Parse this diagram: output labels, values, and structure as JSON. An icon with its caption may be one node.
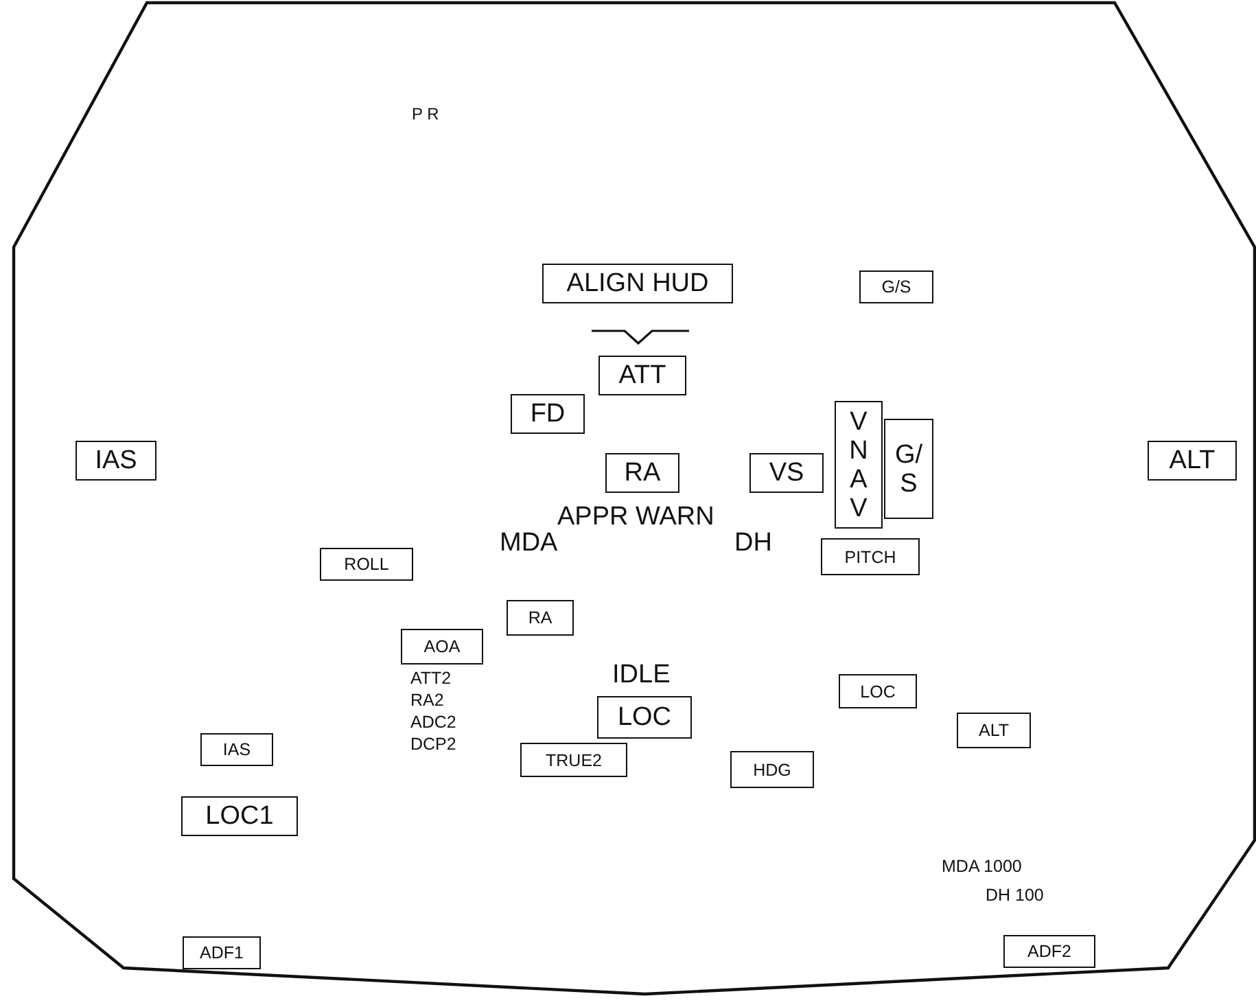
{
  "diagram": {
    "nodes": [
      {
        "text": [
          "ALIGN HUD"
        ]
      },
      {
        "text": [
          "G/S"
        ]
      },
      {
        "text": [
          "ATT"
        ]
      },
      {
        "text": [
          "FD"
        ]
      },
      {
        "text": [
          "IAS"
        ]
      },
      {
        "text": [
          "RA"
        ]
      },
      {
        "text": [
          "VS"
        ]
      },
      {
        "text": [
          "VNAV"
        ]
      },
      {
        "text": [
          "G/S"
        ]
      },
      {
        "text": [
          "ALT"
        ]
      },
      {
        "text": [
          "ROLL"
        ]
      },
      {
        "text": [
          "PITCH"
        ]
      },
      {
        "text": [
          "RA"
        ]
      },
      {
        "text": [
          "AOA"
        ]
      },
      {
        "text": [
          "LOC"
        ]
      },
      {
        "text": [
          "LOC"
        ]
      },
      {
        "text": [
          "IAS"
        ]
      },
      {
        "text": [
          "ALT"
        ]
      },
      {
        "text": [
          "TRUE2"
        ]
      },
      {
        "text": [
          "HDG"
        ]
      },
      {
        "text": [
          "LOC1"
        ]
      },
      {
        "text": [
          "ADF1"
        ]
      },
      {
        "text": [
          "ADF2"
        ]
      }
    ],
    "edges": [],
    "labels": [
      "P R",
      "APPR WARN",
      "MDA",
      "DH",
      "IDLE",
      "ATT2",
      "RA2",
      "ADC2",
      "DCP2",
      "MDA 1000",
      "DH 100"
    ]
  }
}
